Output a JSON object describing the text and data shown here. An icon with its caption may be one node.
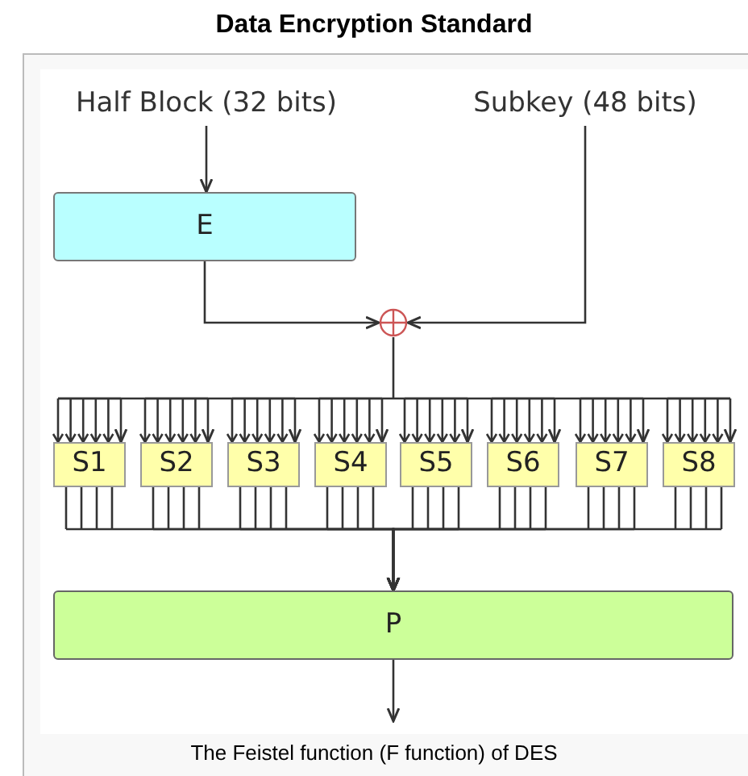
{
  "diagram": {
    "title": "Data Encryption Standard",
    "caption": "The Feistel function (F function) of DES",
    "nodes": [
      {
        "text": [
          "Half Block (32 bits)"
        ]
      },
      {
        "text": [
          "Subkey (48 bits)"
        ]
      },
      {
        "text": [
          "E"
        ]
      },
      {
        "text": [],
        "shape": "circle"
      },
      {
        "text": [
          "S1"
        ]
      },
      {
        "text": [
          "S2"
        ]
      },
      {
        "text": [
          "S3"
        ]
      },
      {
        "text": [
          "S4"
        ]
      },
      {
        "text": [
          "S5"
        ]
      },
      {
        "text": [
          "S6"
        ]
      },
      {
        "text": [
          "S7"
        ]
      },
      {
        "text": [
          "S8"
        ]
      },
      {
        "text": [
          "P"
        ]
      }
    ],
    "edges": [
      {
        "from": 0,
        "to": 2,
        "arrow": "to"
      },
      {
        "from": 2,
        "to": 3,
        "arrow": "to"
      },
      {
        "from": 1,
        "to": 3,
        "arrow": "to"
      },
      {
        "from": 3,
        "to": 4,
        "arrow": "to"
      },
      {
        "from": 3,
        "to": 5,
        "arrow": "to"
      },
      {
        "from": 3,
        "to": 6,
        "arrow": "to"
      },
      {
        "from": 3,
        "to": 7,
        "arrow": "to"
      },
      {
        "from": 3,
        "to": 8,
        "arrow": "to"
      },
      {
        "from": 3,
        "to": 9,
        "arrow": "to"
      },
      {
        "from": 3,
        "to": 10,
        "arrow": "to"
      },
      {
        "from": 3,
        "to": 11,
        "arrow": "to"
      },
      {
        "from": 4,
        "to": 12,
        "arrow": "to"
      },
      {
        "from": 5,
        "to": 12,
        "arrow": "to"
      },
      {
        "from": 6,
        "to": 12,
        "arrow": "to"
      },
      {
        "from": 7,
        "to": 12,
        "arrow": "to"
      },
      {
        "from": 8,
        "to": 12,
        "arrow": "to"
      },
      {
        "from": 9,
        "to": 12,
        "arrow": "to"
      },
      {
        "from": 10,
        "to": 12,
        "arrow": "to"
      },
      {
        "from": 11,
        "to": 12,
        "arrow": "to"
      },
      {
        "from": 12,
        "to": null,
        "arrow": "to"
      }
    ]
  }
}
